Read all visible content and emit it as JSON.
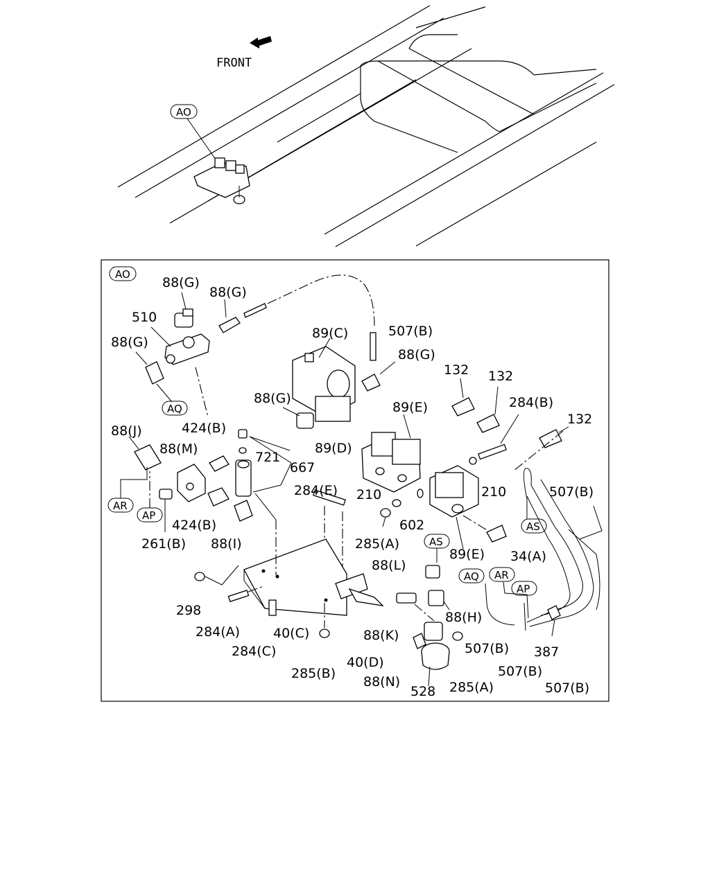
{
  "front_label": "FRONT",
  "view_ref": "AO",
  "refs": {
    "aq": "AQ",
    "ar": "AR",
    "ap": "AP",
    "as": "AS"
  },
  "labels": {
    "p88g_1": "88(G)",
    "p88g_2": "88(G)",
    "p88g_3": "88(G)",
    "p88g_4": "88(G)",
    "p88g_5": "88(G)",
    "p510": "510",
    "p89c": "89(C)",
    "p507b_1": "507(B)",
    "p132_1": "132",
    "p132_2": "132",
    "p132_3": "132",
    "p284b": "284(B)",
    "p89e_1": "89(E)",
    "p89d": "89(D)",
    "p424b_1": "424(B)",
    "p424b_2": "424(B)",
    "p88j": "88(J)",
    "p88m": "88(M)",
    "p721": "721",
    "p667": "667",
    "p284e": "284(E)",
    "p210_1": "210",
    "p210_2": "210",
    "p507b_2": "507(B)",
    "p602": "602",
    "p261b": "261(B)",
    "p88i": "88(I)",
    "p285a_1": "285(A)",
    "p89e_2": "89(E)",
    "p34a": "34(A)",
    "p88l": "88(L)",
    "p298": "298",
    "p88h": "88(H)",
    "p284a": "284(A)",
    "p40c": "40(C)",
    "p88k": "88(K)",
    "p284c": "284(C)",
    "p507b_3": "507(B)",
    "p387": "387",
    "p285b": "285(B)",
    "p40d": "40(D)",
    "p507b_4": "507(B)",
    "p88n": "88(N)",
    "p285a_2": "285(A)",
    "p528": "528",
    "p507b_5": "507(B)"
  }
}
